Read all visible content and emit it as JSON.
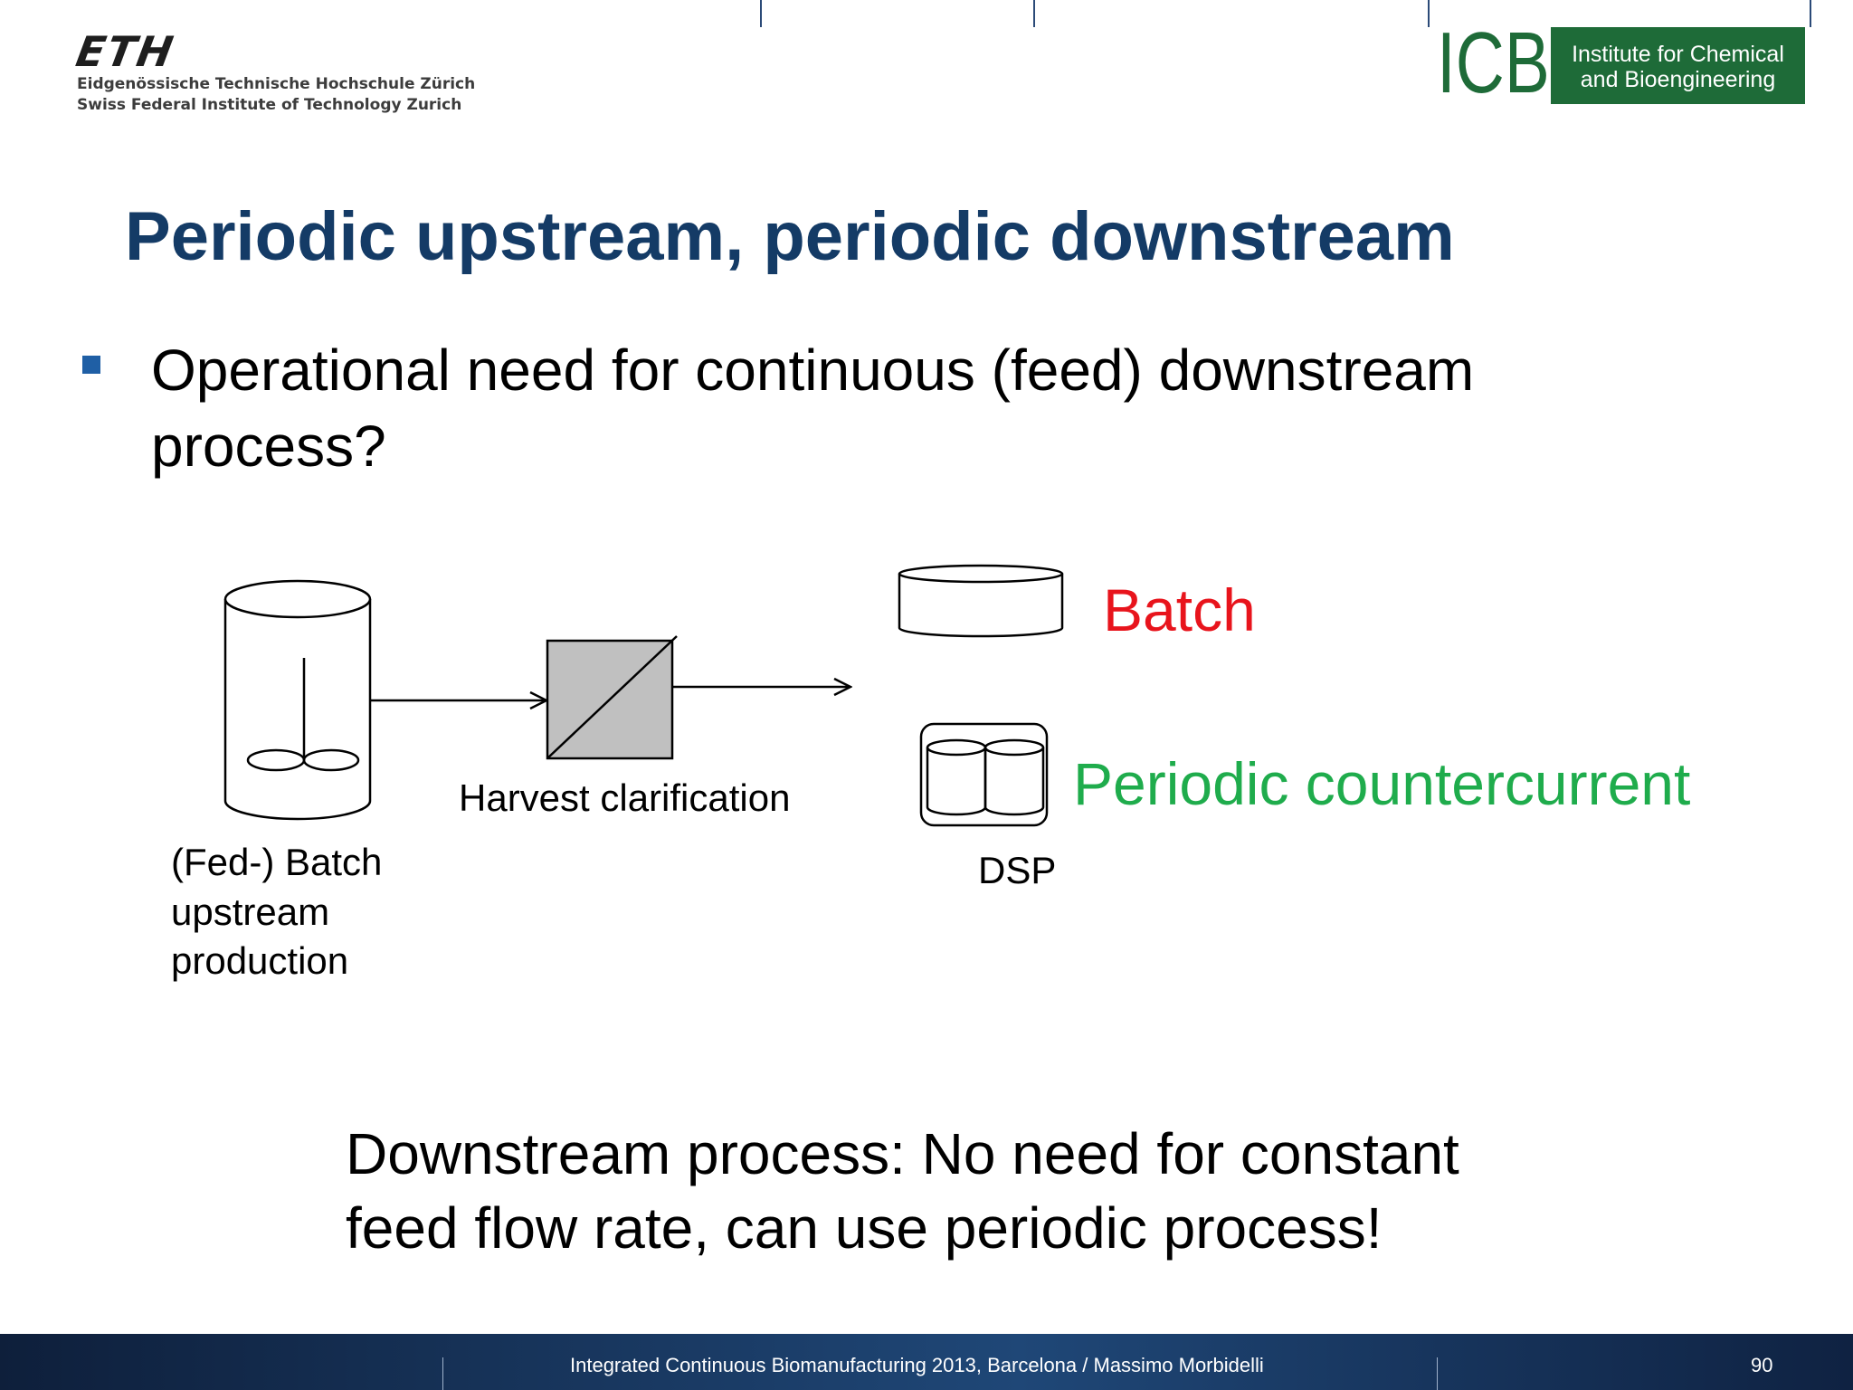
{
  "header": {
    "eth_logo": "ETH",
    "eth_line1": "Eidgenössische Technische Hochschule Zürich",
    "eth_line2": "Swiss Federal Institute of Technology Zurich",
    "icb_logo": "ICB",
    "icb_line1": "Institute for Chemical",
    "icb_line2": "and Bioengineering"
  },
  "slide": {
    "title": "Periodic upstream, periodic downstream",
    "bullet": "Operational need for continuous (feed) downstream process?",
    "bottom_note_line1": "Downstream process: No need for constant",
    "bottom_note_line2": "feed flow rate, can use periodic process!"
  },
  "diagram": {
    "upstream_label_1": "(Fed-) Batch",
    "upstream_label_2": "upstream",
    "upstream_label_3": "production",
    "clarification_label": "Harvest clarification",
    "dsp_label": "DSP",
    "batch_label": "Batch",
    "periodic_label": "Periodic countercurrent"
  },
  "colors": {
    "title_blue": "#143b66",
    "bullet_blue": "#1f5fa5",
    "icb_green": "#1e6b38",
    "batch_red": "#e8141c",
    "periodic_green": "#1fac4c"
  },
  "footer": {
    "text": "Integrated Continuous  Biomanufacturing  2013, Barcelona / Massimo Morbidelli",
    "page_number": "90"
  }
}
